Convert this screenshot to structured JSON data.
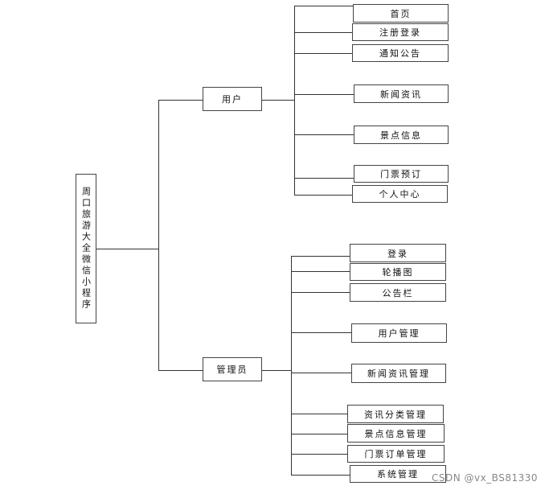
{
  "root": {
    "label": "周口旅游大全微信小程序"
  },
  "branches": [
    {
      "label": "用户",
      "children": [
        "首页",
        "注册登录",
        "通知公告",
        "新闻资讯",
        "景点信息",
        "门票预订",
        "个人中心"
      ]
    },
    {
      "label": "管理员",
      "children": [
        "登录",
        "轮播图",
        "公告栏",
        "用户管理",
        "新闻资讯管理",
        "资讯分类管理",
        "景点信息管理",
        "门票订单管理",
        "系统管理"
      ]
    }
  ],
  "watermark": "CSDN @vx_BS81330"
}
